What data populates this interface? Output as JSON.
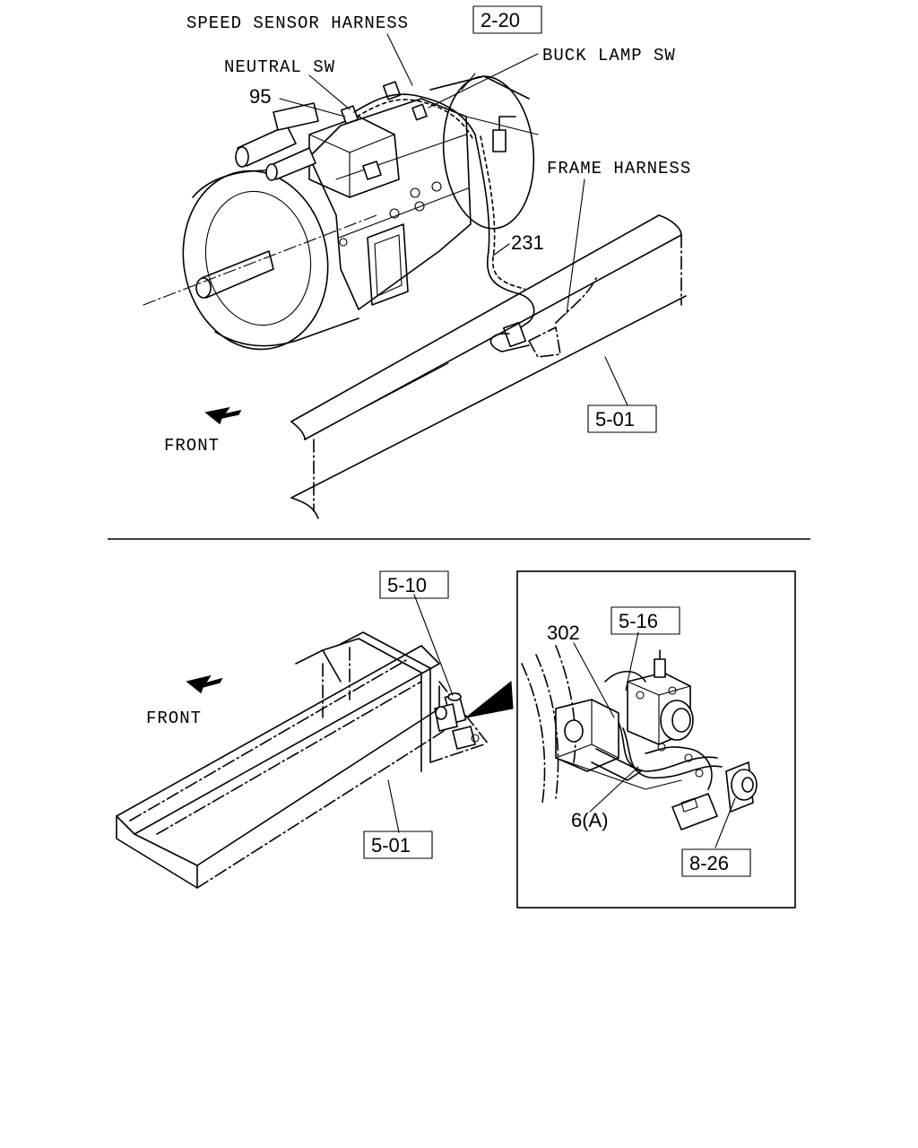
{
  "upper": {
    "speed_sensor_harness": "SPEED SENSOR HARNESS",
    "ref_2_20": "2-20",
    "buck_lamp_sw": "BUCK LAMP SW",
    "neutral_sw": "NEUTRAL SW",
    "part_95": "95",
    "frame_harness": "FRAME HARNESS",
    "part_231": "231",
    "front": "FRONT",
    "ref_5_01": "5-01"
  },
  "lower": {
    "ref_5_10": "5-10",
    "front": "FRONT",
    "ref_5_01": "5-01",
    "detail": {
      "part_302": "302",
      "ref_5_16": "5-16",
      "part_6a": "6(A)",
      "ref_8_26": "8-26"
    }
  }
}
